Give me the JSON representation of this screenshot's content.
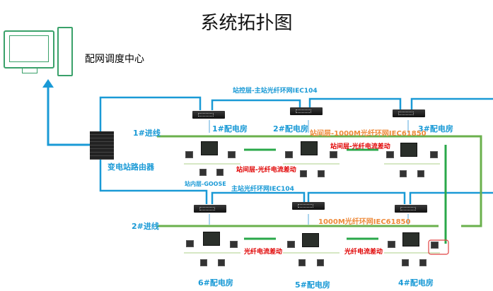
{
  "title": "系统拓扑图",
  "control_center": "配网调度中心",
  "router": "变电站路由器",
  "incoming": [
    "1#进线",
    "2#进线"
  ],
  "rooms": [
    "1#配电房",
    "2#配电房",
    "3#配电房",
    "4#配电房",
    "5#配电房",
    "6#配电房"
  ],
  "network_labels": {
    "station_control": "站控层-主站光纤环网IEC104",
    "bay_ring": "站间层-1000M光纤环网IEC61850",
    "main_ring": "主站光纤环网IEC104",
    "ring_1000m": "1000M光纤环网IEC61850",
    "goose": "站内层-GOOSE"
  },
  "diff_labels": [
    "站间层-光纤电流差动",
    "站间层-光纤电流差动",
    "光纤电流差动",
    "光纤电流差动"
  ],
  "colors": {
    "blue": "#1a9ad6",
    "green": "#6ab04c",
    "orange": "#ee8a3a",
    "red": "#e00000"
  }
}
